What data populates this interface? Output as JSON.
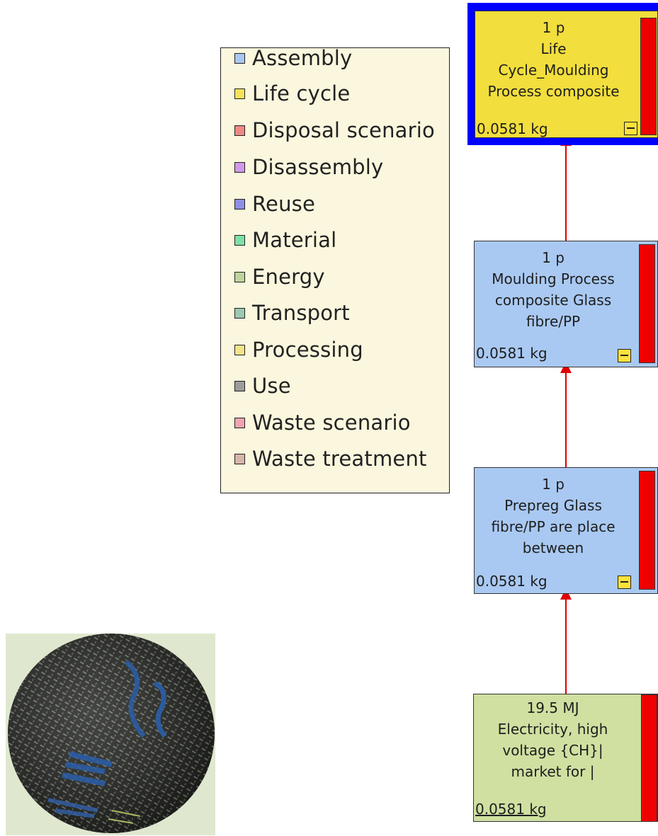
{
  "legend": {
    "items": [
      {
        "label": "Assembly",
        "color": "#a9c7f0"
      },
      {
        "label": "Life cycle",
        "color": "#f5e25a"
      },
      {
        "label": "Disposal scenario",
        "color": "#ee8a86"
      },
      {
        "label": "Disassembly",
        "color": "#d19ae8"
      },
      {
        "label": "Reuse",
        "color": "#8f8fe6"
      },
      {
        "label": "Material",
        "color": "#7fe0a7"
      },
      {
        "label": "Energy",
        "color": "#bfd49b"
      },
      {
        "label": "Transport",
        "color": "#9cc9b0"
      },
      {
        "label": "Processing",
        "color": "#f3e48a"
      },
      {
        "label": "Use",
        "color": "#9d9d9d"
      },
      {
        "label": "Waste scenario",
        "color": "#f0a5b0"
      },
      {
        "label": "Waste treatment",
        "color": "#d7b5aa"
      }
    ]
  },
  "nodes": {
    "life_cycle": {
      "qty": "1 p",
      "lines": [
        "Life",
        "Cycle_Moulding",
        "Process composite"
      ],
      "amount": "0.0581 kg"
    },
    "moulding": {
      "qty": "1 p",
      "lines": [
        "Moulding Process",
        "composite Glass",
        "fibre/PP"
      ],
      "amount": "0.0581 kg"
    },
    "prepreg": {
      "qty": "1 p",
      "lines": [
        "Prepreg Glass",
        "fibre/PP are place",
        "between"
      ],
      "amount": "0.0581 kg"
    },
    "electricity": {
      "qty": "19.5 MJ",
      "lines": [
        "Electricity, high",
        "voltage {CH}|",
        "market for |"
      ],
      "amount": "0.0581 kg"
    }
  },
  "colors": {
    "assembly": "#a9c9f2",
    "energy": "#cfe0a1",
    "life_cycle": "#f2de3c",
    "selection": "#0000ff",
    "link": "#e00000"
  }
}
